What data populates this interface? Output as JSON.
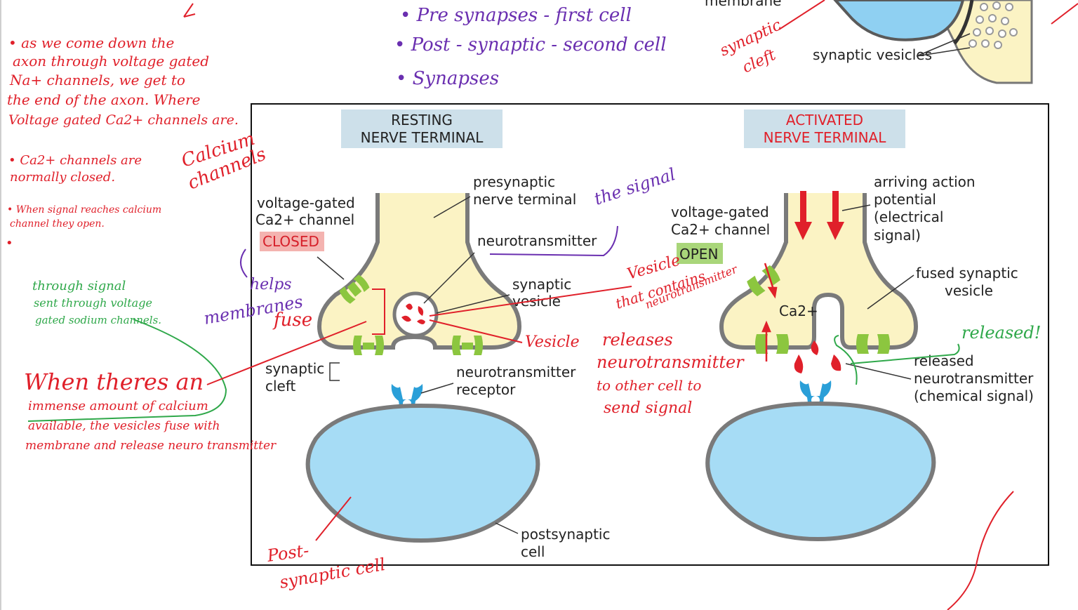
{
  "diagram": {
    "top_label": "membrane",
    "top_synaptic_vesicles": "synaptic vesicles",
    "resting_title": [
      "RESTING",
      "NERVE TERMINAL"
    ],
    "activated_title": [
      "ACTIVATED",
      "NERVE TERMINAL"
    ],
    "left": {
      "voltage_gated": "voltage-gated",
      "ca_channel": "Ca2+ channel",
      "closed": "CLOSED",
      "presynaptic": [
        "presynaptic",
        "nerve terminal"
      ],
      "neurotransmitter": "neurotransmitter",
      "synaptic_vesicle": [
        "synaptic",
        "vesicle"
      ],
      "synaptic_cleft": [
        "synaptic",
        "cleft"
      ],
      "nt_receptor": [
        "neurotransmitter",
        "receptor"
      ],
      "postsynaptic": [
        "postsynaptic",
        "cell"
      ]
    },
    "right": {
      "voltage_gated": "voltage-gated",
      "ca_channel": "Ca2+ channel",
      "open": "OPEN",
      "arriving": [
        "arriving action",
        "potential",
        "(electrical",
        "signal)"
      ],
      "fused": [
        "fused synaptic",
        "vesicle"
      ],
      "ca_ion": "Ca2+",
      "released": [
        "released",
        "neurotransmitter",
        "(chemical signal)"
      ]
    }
  },
  "annotations": {
    "purple_top": [
      "• Pre synapses - first cell",
      "• Post - synaptic - second cell",
      "• Synapses"
    ],
    "red_left_block": [
      "• as we come down the",
      "axon through voltage gated",
      "Na+ channels, we get to",
      "the end of the axon. Where",
      "Voltage gated Ca2+ channels are."
    ],
    "red_ca_closed": [
      "• Ca2+ channels are",
      "normally closed."
    ],
    "red_signal": [
      "• When signal reaches calcium",
      "channel they open."
    ],
    "bullet": "•",
    "calcium_channels": [
      "Calcium",
      "channels"
    ],
    "green_through": [
      "through signal",
      "sent through voltage",
      "gated sodium channels."
    ],
    "purple_helps": [
      "helps",
      "membranes"
    ],
    "red_fuse": "fuse",
    "red_when": "When theres an",
    "red_immense": "immense amount of calcium",
    "red_available": [
      "available, the vesicles fuse with",
      "membrane and release neuro transmitter"
    ],
    "purple_signal": "the signal",
    "red_vesicle_contains": [
      "Vesicle",
      "that contains",
      "neurotransmitter"
    ],
    "red_vesicle": "Vesicle",
    "red_releases": [
      "releases",
      "neurotransmitter",
      "to other cell to",
      "send signal"
    ],
    "green_released": "released!",
    "red_synaptic_cleft": [
      "synaptic",
      "cleft"
    ],
    "red_post": [
      "Post-",
      "synaptic cell"
    ]
  }
}
